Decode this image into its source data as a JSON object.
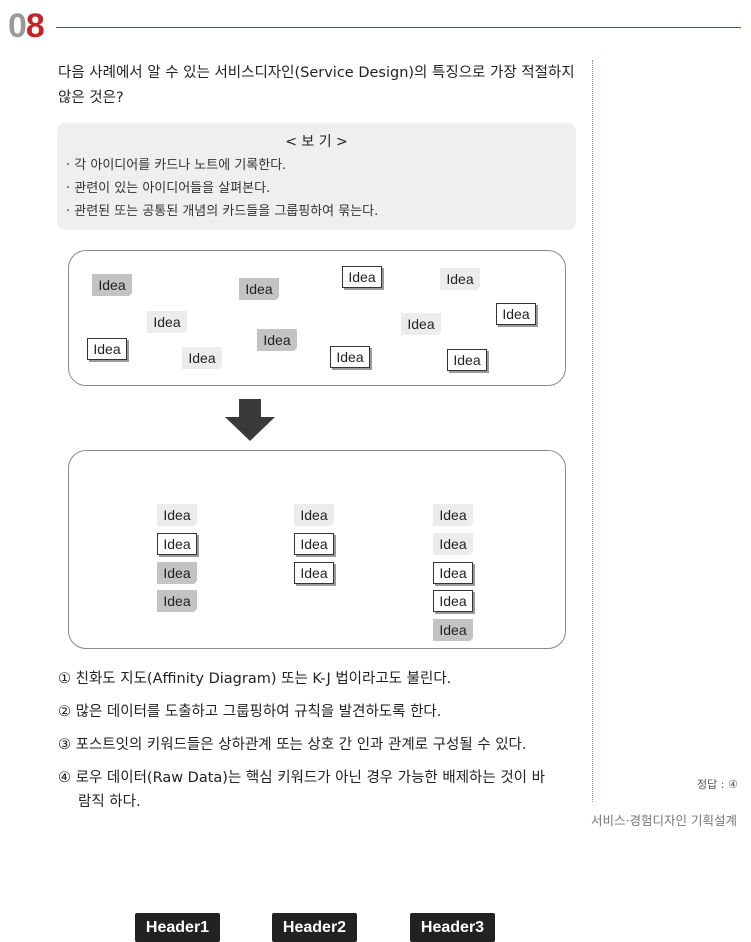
{
  "question": {
    "num_prefix": "0",
    "num_suffix": "8",
    "text": "다음 사례에서 알 수 있는 서비스디자인(Service Design)의 특징으로 가장 적절하지 않은 것은?"
  },
  "bogi": {
    "title": "< 보 기 >",
    "items": [
      "· 각 아이디어를 카드나 노트에 기록한다.",
      "· 관련이 있는 아이디어들을 살펴본다.",
      "· 관련된 또는 공통된 개념의 카드들을 그룹핑하여 묶는다."
    ]
  },
  "diagram": {
    "note_label": "Idea",
    "headers": [
      "Header1",
      "Header2",
      "Header3"
    ],
    "arrow_icon": "down-arrow-icon",
    "colors": {
      "dark": "#c3c3c3",
      "light": "#ececec",
      "header_bg": "#222222"
    }
  },
  "options": [
    "① 친화도 지도(Affinity Diagram) 또는 K-J 법이라고도 불린다.",
    "② 많은 데이터를 도출하고 그룹핑하여 규칙을 발견하도록 한다.",
    "③ 포스트잇의 키워드들은 상하관계 또는 상호 간 인과 관계로 구성될 수 있다.",
    "④ 로우 데이터(Raw Data)는 핵심 키워드가 아닌 경우 가능한 배제하는 것이 바",
    "람직 하다."
  ],
  "answer": "정답 : ④",
  "footer": "서비스·경험디자인 기획설계",
  "accent_color": "#c0272d"
}
